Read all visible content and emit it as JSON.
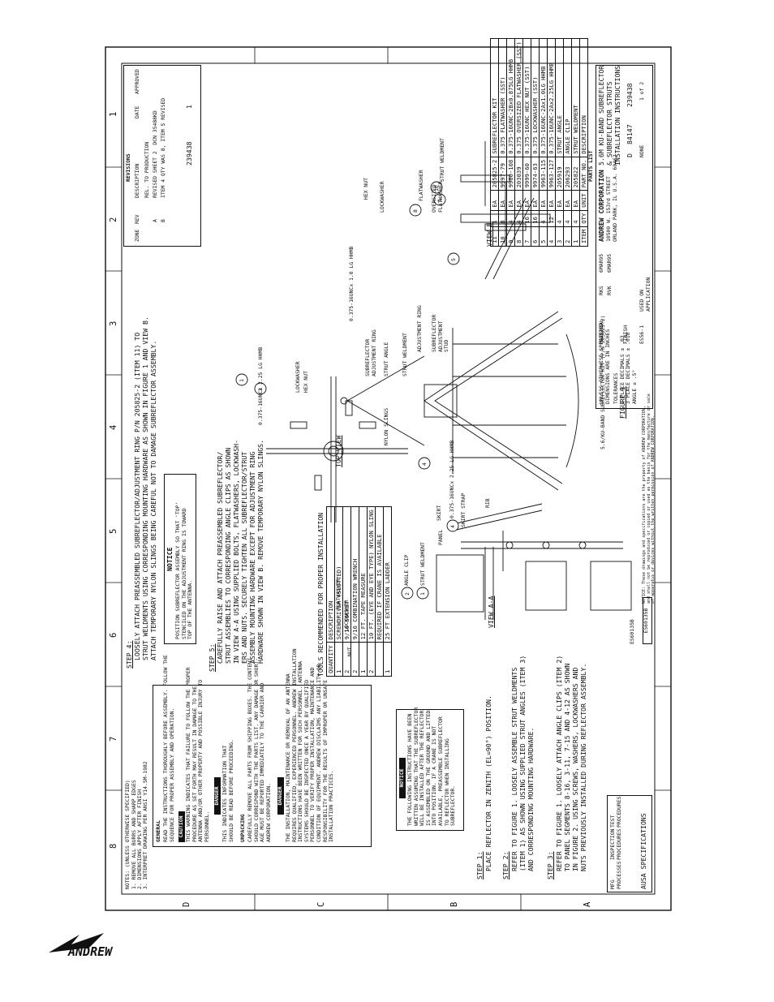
{
  "page": {
    "brand": "ANDREW"
  },
  "border": {
    "zone_numbers": [
      "8",
      "7",
      "6",
      "5",
      "4",
      "3",
      "2",
      "1"
    ],
    "zone_letters": [
      "D",
      "C",
      "B",
      "A"
    ]
  },
  "notes": {
    "title": "NOTES: (UNLESS OTHERWISE SPECIFIED)",
    "lines": [
      "1. REMOVE ALL BURRS AND SHARP EDGES",
      "2. DIMENSIONS APPLY AFTER FINISH",
      "3. INTERPRET DRAWING PER ANSI Y14.5M-1982"
    ],
    "general_heading": "GENERAL",
    "general_text": "READ THE INSTRUCTIONS THOROUGHLY BEFORE ASSEMBLY. FOLLOW THE\nSEQUENCE FOR PROPER ASSEMBLY AND OPERATION.",
    "caution_label": "CAUTION",
    "caution_text": "THIS WARNING INDICATES THAT FAILURE TO FOLLOW THE PROPER\nPROCEDURE AS SET FORTH MAY RESULT IN DAMAGE TO THE\nANTENNA AND/OR OTHER PROPERTY AND POSSIBLE INJURY TO\nPERSONNEL.",
    "danger_label": "DANGER",
    "danger_text": "THIS INDICATES INFORMATION THAT\nSHOULD BE READ BEFORE PROCEEDING.",
    "unpacking_heading": "UNPACKING",
    "unpacking_text": "CAREFULLY REMOVE ALL PARTS FROM SHIPPING BOXES. THE CONTENT\nSHOULD CORRESPOND WITH THE PARTS LIST. ANY DAMAGE OR SHORT-\nAGE MUST BE REPORTED IMMEDIATELY TO THE CARRIER AND\nANDREW CORPORATION.",
    "danger2_label": "DANGER",
    "danger2_text": "THE INSTALLATION, MAINTENANCE OR REMOVAL OF AN ANTENNA\nREQUIRES QUALIFIED, EXPERIENCED PERSONNEL. ANDREW INSTALLATION\nINSTRUCTIONS HAVE BEEN WRITTEN FOR SUCH PERSONNEL. ANTENNA\nSYSTEMS SHOULD BE INSPECTED ONCE A YEAR BY QUALIFIED\nPERSONNEL TO VERIFY PROPER INSTALLATION, MAINTENANCE AND\nCONDITION OF EQUIPMENT. ANDREW DISCLAIMS ANY LIABILITY OR\nRESPONSIBILITY FOR THE RESULTS OF IMPROPER OR UNSAFE\nINSTALLATION PRACTICES."
  },
  "tools": {
    "title": "TOOLS RECOMMENDED FOR PROPER INSTALLATION",
    "col_qty": "QUANTITY",
    "col_desc": "DESCRIPTION",
    "rows": [
      {
        "qty": "1",
        "desc": "SCREWDRIVER (SLOTTED)"
      },
      {
        "qty": "2",
        "desc": "9/16 SOCKET"
      },
      {
        "qty": "2",
        "desc": "9/16 COMBINATION WRENCH"
      },
      {
        "qty": "1",
        "desc": "12 FT. TAPE MEASURE"
      },
      {
        "qty": "2",
        "desc": "10 FT. (EYE AND EYE TYPE) NYLON SLING"
      },
      {
        "qty": "",
        "desc": "REQUIRED IF CRANE IS AVAILABLE"
      },
      {
        "qty": "1",
        "desc": "25 FT EXTENSION LADDER"
      }
    ]
  },
  "notice1": {
    "label": "NOTICE",
    "text": "THE FOLLOWING INSTRUCTIONS HAVE BEEN\nWRITTEN ASSUMING THAT THE SUBREFLECTOR\nWILL BE INSTALLED AFTER THE REFLECTOR\nIS ASSEMBLED ON THE GROUND AND LIFTED\nINTO POSITION. IF A CRANE IS NOT\nAVAILABLE, PREASSEMBLE SUBREFLECTOR\nTO REFLECTOR WHEN INSTALLING\nSUBREFLECTOR."
  },
  "steps": {
    "s1_label": "STEP 1:",
    "s1_text": "PLACE REFLECTOR IN ZENITH (EL=90°) POSITION.",
    "s2_label": "STEP 2:",
    "s2_text": "REFER TO FIGURE 1. LOOSELY ASSEMBLE STRUT WELDMENTS\n(ITEM 1) AS SHOWN USING SUPPLIED STRUT ANGLES (ITEM 3)\nAND CORRESPONDING MOUNTING HARDWARE.",
    "s3_label": "STEP 3:",
    "s3_text": "REFER TO FIGURE 1. LOOSELY ATTACH ANGLE CLIPS (ITEM 2)\nTO PANEL SEGMENTS 8-16, 3-11, 7-15 AND 4-12 AS SHOWN\nIN FIGURE 2. USING SCREWS, WASHERS, LOCKWASHERS AND\nNUTS PREVIOUSLY INSTALLED DURING REFLECTOR ASSEMBLY.",
    "s4_label": "STEP 4:",
    "s4_text": "LOOSELY ATTACH PREASSEMBLED SUBREFLECTOR/ADJUSTMENT RING P/N 205825-2 (ITEM 11) TO\nSTRUT WELDMENTS USING CORRESPONDING MOUNTING HARDWARE AS SHOWN IN FIGURE 1 AND VIEW B.\nATTACH TEMPORARY NYLON SLINGS BEING CAREFUL NOT TO DAMAGE SUBREFLECTOR ASSEMBLY.",
    "notice2_label": "NOTICE",
    "notice2_text": "POSITION SUBREFLECTOR ASSEMBLY SO THAT 'TOP'\nSTENCILED ON THE ADJUSTMENT RING IS TOWARD\nTOP OF THE ANTENNA.",
    "s5_label": "STEP 5:",
    "s5_text": "CAREFULLY RAISE AND ATTACH PREASSEMBLED SUBREFLECTOR/\nSTRUT ASSEMBLIES TO CORRESPONDING ANGLE CLIPS AS SHOWN\nIN VIEW A-A USING SUPPLIED BOLTS, FLATWASHERS, LOCKWASH-\nERS AND NUTS. SECURELY TIGHTEN ALL SUBREFLECTOR/STRUT\nASSEMBLY MOUNTING HARDWARE EXCEPT FOR ADJUSTMENT RING\nHARDWARE SHOWN IN VIEW B. REMOVE TEMPORARY NYLON SLINGS."
  },
  "views": {
    "view_aa": "VIEW A-A",
    "top_view": "TOP VIEW",
    "view_b": "VIEW B",
    "figure1": "FIGURE 1",
    "kit_label": "5.6/KU-BAND SUBREFLECTOR KIT (P/N 205825-2)",
    "callouts": {
      "nut": "NUT",
      "lockwasher": "LOCKWASHER",
      "flatwasher": "FLATWASHER",
      "strut_weldment": "STRUT WELDMENT",
      "angle_clip": "ANGLE CLIP",
      "panel": "PANEL",
      "skirt": "SKIRT",
      "skirt_strap": "SKIRT STRAP",
      "rib": "RIB",
      "bolt_225": "0.375-16UNCx 2.25 LG HHMB",
      "hex_nut": "HEX NUT",
      "nylon_slings": "NYLON SLINGS",
      "strut_angle": "STRUT ANGLE",
      "subref_ring": "SUBREFLECTOR\nADJUSTMENT RING",
      "adjustment_ring": "ADJUSTMENT RING",
      "subref_stud": "SUBREFLECTOR\nADJUSTMENT\nSTUD",
      "bolt_10": "0.375-16UNCx 1.0 LG HHMB",
      "oversized_fw": "OVERSIZED\nFLATWASHER",
      "flatwasher2": "FLATWASHER",
      "lockwasher2": "LOCKWASHER",
      "hex_nut2": "HEX NUT",
      "strut_weldment2": "STRUT WELDMENT"
    },
    "item_numbers": [
      "1",
      "2",
      "4",
      "4",
      "3",
      "1",
      "1",
      "8",
      "10",
      "5",
      "1",
      "4"
    ]
  },
  "revisions": {
    "title": "REVISIONS",
    "headers": [
      "ZONE",
      "REV",
      "DESCRIPTION",
      "DATE",
      "APPROVED"
    ],
    "rows": [
      {
        "zone": "",
        "rev": "",
        "desc": "REL. TO PRODUCTION",
        "date": "",
        "appr": ""
      },
      {
        "zone": "",
        "rev": "A",
        "desc": "REVISED SHEET 2  DCN 35488KD",
        "date": "",
        "appr": ""
      },
      {
        "zone": "",
        "rev": "B",
        "desc": "ITEM 4 QTY WAS 8, ITEM 5 REVISED",
        "date": "",
        "appr": ""
      }
    ],
    "dwg_no": "239438",
    "sheet": "1"
  },
  "parts": {
    "title": "PARTS LIST",
    "headers": [
      "ITEM",
      "QTY",
      "UNIT",
      "PART NO.",
      "DESCRIPTION"
    ],
    "rows": [
      {
        "item": "11",
        "qty": "1",
        "unit": "EA",
        "part": "205825-2",
        "desc": "SUBREFLECTOR KIT"
      },
      {
        "item": "10",
        "qty": "8",
        "unit": "EA",
        "part": "9997-79",
        "desc": "0.375 FLATWASHER (SST)"
      },
      {
        "item": "9",
        "qty": "4",
        "unit": "EA",
        "part": "9960-108",
        "desc": "0.375-16UNC-2Bx0.875LG HHMB"
      },
      {
        "item": "8",
        "qty": "4",
        "unit": "EA",
        "part": "203039",
        "desc": "0.375 OVERSIZED FLATWASHER (SST)"
      },
      {
        "item": "7",
        "qty": "16",
        "unit": "EA",
        "part": "9999-60",
        "desc": "0.375-16UNC HEX NUT (SST)"
      },
      {
        "item": "6",
        "qty": "16",
        "unit": "EA",
        "part": "9974-63",
        "desc": "0.375 LOCKWASHER (SST)"
      },
      {
        "item": "5",
        "qty": "4",
        "unit": "EA",
        "part": "9963-115",
        "desc": "0.375-16UNC-2Ax1.0LG HHMB"
      },
      {
        "item": "4",
        "qty": "12",
        "unit": "EA",
        "part": "9963-127",
        "desc": "0.375-16UNC-2Ax2.25LG HHMB"
      },
      {
        "item": "3",
        "qty": "4",
        "unit": "EA",
        "part": "205919",
        "desc": "STRUT ANGLE"
      },
      {
        "item": "2",
        "qty": "4",
        "unit": "EA",
        "part": "206293",
        "desc": "ANGLE CLIP"
      },
      {
        "item": "1",
        "qty": "4",
        "unit": "EA",
        "part": "205822",
        "desc": "STRUT WELDMENT"
      }
    ]
  },
  "title_block": {
    "company": "ANDREW CORPORATION",
    "address": "10500 W. 153rd STREET\nORLAND PARK, IL U.S.A. 60462",
    "title": "5.6M KU-BAND SUBREFLECTOR\n& SUBREFLECTOR STRUTS\nINSTALLATION INSTRUCTIONS",
    "size": "D",
    "code": "84147",
    "dwg_no": "239438",
    "scale": "NONE",
    "sheet": "1 of 2",
    "drawn": "RKS",
    "checked": "RVK",
    "dates": [
      "6MAR95",
      "6MAR95"
    ],
    "tol_title": "UNLESS OTHERWISE SPECIFIED",
    "tol_sub": "DIMENSIONS ARE IN INCHES",
    "tolerances": "TOLERANCES\n2 PLACE DECIMALS ± .03\n3 PLACE DECIMALS ± .010\nANGLE ± .5°",
    "material": "MATERIAL",
    "finish": "FINISH",
    "next_assy": "ES56-1",
    "used_on": "USED ON",
    "application": "APPLICATION",
    "proprietary": "NOTICE: These drawings and specifications are the property of ANDREW CORPORATION,\nand shall not be reproduced or copied or used as the basis for the manufacture or sale\nof apparatus or devices without the written permission of ANDREW CORPORATION."
  },
  "left_block": {
    "mfg": "MFG\nPROCESSES",
    "inspection": "INSPECTION\nPROCEDURES",
    "test": "TEST\nPROCEDURES",
    "specs": "AUSA SPECIFICATIONS",
    "stamp1": "ES60135B",
    "stamp2": "ES60135B"
  }
}
